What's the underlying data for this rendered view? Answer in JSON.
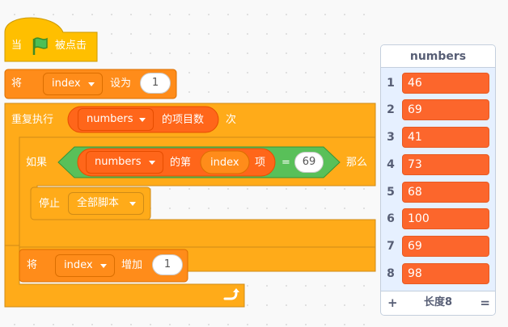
{
  "script": {
    "hat_prefix": "当",
    "hat_suffix": "被点击",
    "set_label": "将",
    "set_var": "index",
    "set_to_label": "设为",
    "set_value": "1",
    "repeat_label": "重复执行",
    "repeat_list": "numbers",
    "repeat_of_label": "的项目数",
    "repeat_times_label": "次",
    "if_label": "如果",
    "item_list": "numbers",
    "item_of_label": "的第",
    "item_index_var": "index",
    "item_suffix_label": "项",
    "equals_op": "=",
    "compare_value": "69",
    "then_label": "那么",
    "stop_label": "停止",
    "stop_option": "全部脚本",
    "change_label": "将",
    "change_var": "index",
    "change_by_label": "增加",
    "change_value": "1",
    "colors": {
      "control": "#ffab19",
      "variables": "#ff8c1a",
      "lists": "#ff661a",
      "operators": "#59c059",
      "events": "#ffbf00"
    }
  },
  "monitor": {
    "title": "numbers",
    "items": [
      {
        "index": "1",
        "value": "46"
      },
      {
        "index": "2",
        "value": "69"
      },
      {
        "index": "3",
        "value": "41"
      },
      {
        "index": "4",
        "value": "73"
      },
      {
        "index": "5",
        "value": "68"
      },
      {
        "index": "6",
        "value": "100"
      },
      {
        "index": "7",
        "value": "69"
      },
      {
        "index": "8",
        "value": "98"
      }
    ],
    "add_symbol": "+",
    "length_label": "长度8",
    "resize_symbol": "="
  }
}
